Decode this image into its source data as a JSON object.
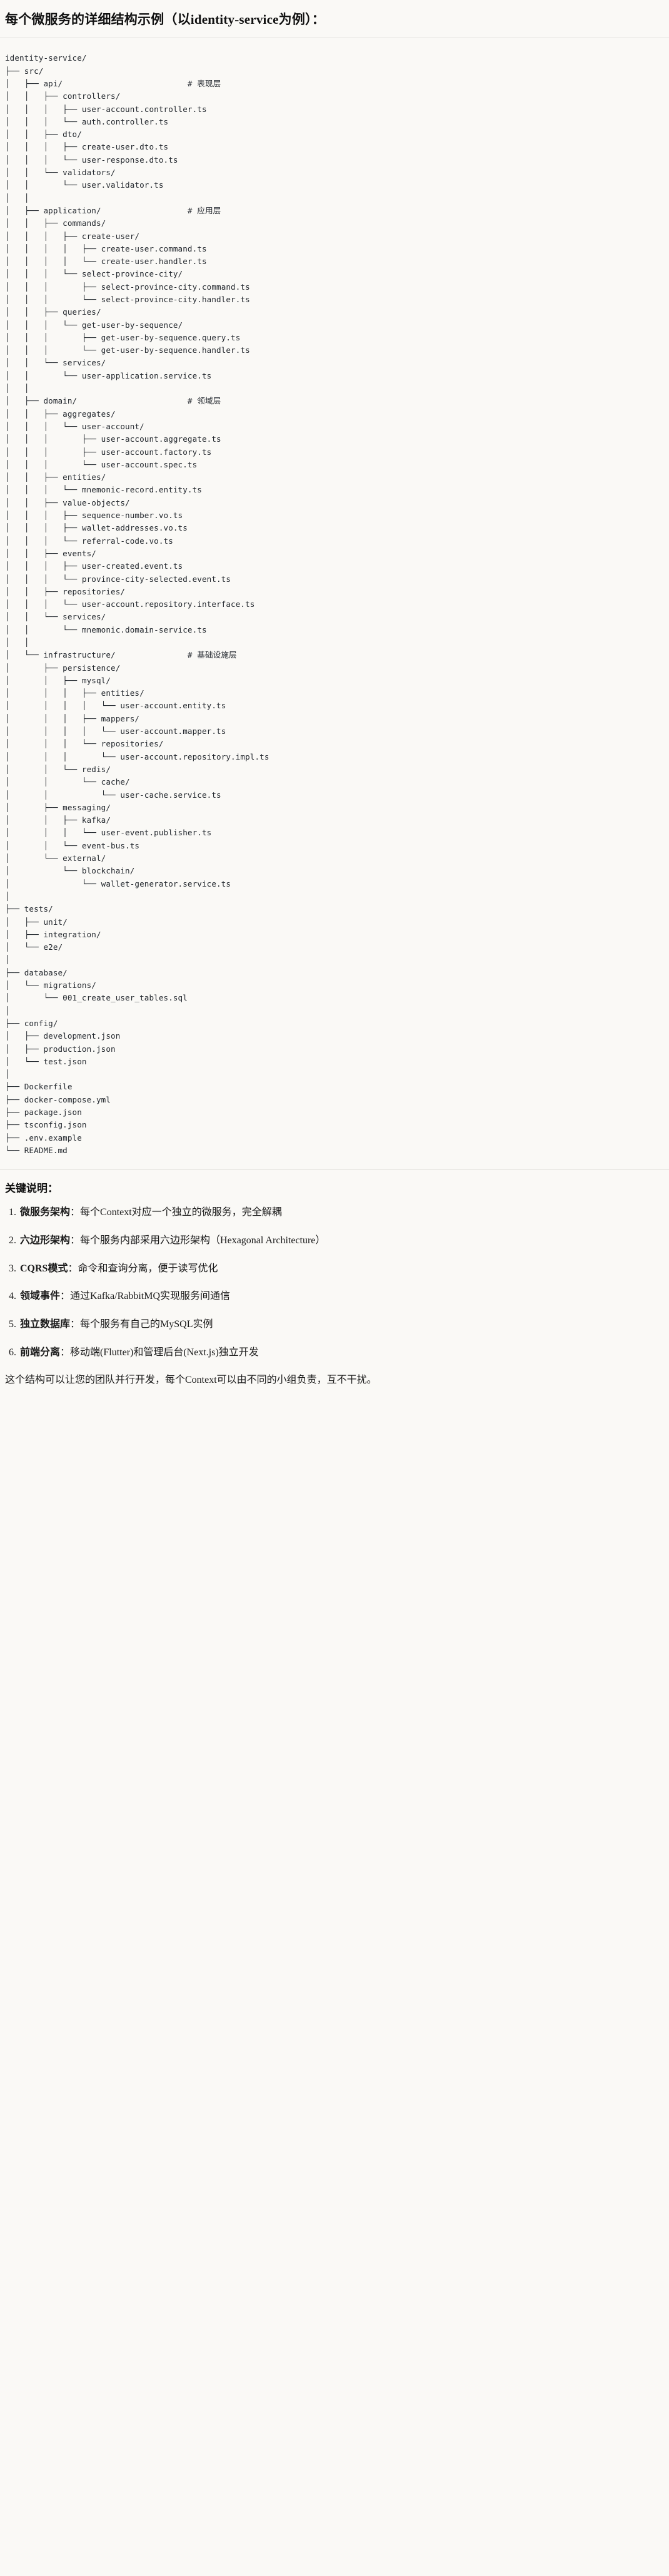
{
  "title": "每个微服务的详细结构示例（以identity-service为例）：",
  "tree": {
    "root": "identity-service/",
    "lines": [
      "identity-service/",
      "├── src/",
      "│   ├── api/                          # 表现层",
      "│   │   ├── controllers/",
      "│   │   │   ├── user-account.controller.ts",
      "│   │   │   └── auth.controller.ts",
      "│   │   ├── dto/",
      "│   │   │   ├── create-user.dto.ts",
      "│   │   │   └── user-response.dto.ts",
      "│   │   └── validators/",
      "│   │       └── user.validator.ts",
      "│   │",
      "│   ├── application/                  # 应用层",
      "│   │   ├── commands/",
      "│   │   │   ├── create-user/",
      "│   │   │   │   ├── create-user.command.ts",
      "│   │   │   │   └── create-user.handler.ts",
      "│   │   │   └── select-province-city/",
      "│   │   │       ├── select-province-city.command.ts",
      "│   │   │       └── select-province-city.handler.ts",
      "│   │   ├── queries/",
      "│   │   │   └── get-user-by-sequence/",
      "│   │   │       ├── get-user-by-sequence.query.ts",
      "│   │   │       └── get-user-by-sequence.handler.ts",
      "│   │   └── services/",
      "│   │       └── user-application.service.ts",
      "│   │",
      "│   ├── domain/                       # 领域层",
      "│   │   ├── aggregates/",
      "│   │   │   └── user-account/",
      "│   │   │       ├── user-account.aggregate.ts",
      "│   │   │       ├── user-account.factory.ts",
      "│   │   │       └── user-account.spec.ts",
      "│   │   ├── entities/",
      "│   │   │   └── mnemonic-record.entity.ts",
      "│   │   ├── value-objects/",
      "│   │   │   ├── sequence-number.vo.ts",
      "│   │   │   ├── wallet-addresses.vo.ts",
      "│   │   │   └── referral-code.vo.ts",
      "│   │   ├── events/",
      "│   │   │   ├── user-created.event.ts",
      "│   │   │   └── province-city-selected.event.ts",
      "│   │   ├── repositories/",
      "│   │   │   └── user-account.repository.interface.ts",
      "│   │   └── services/",
      "│   │       └── mnemonic.domain-service.ts",
      "│   │",
      "│   └── infrastructure/               # 基础设施层",
      "│       ├── persistence/",
      "│       │   ├── mysql/",
      "│       │   │   ├── entities/",
      "│       │   │   │   └── user-account.entity.ts",
      "│       │   │   ├── mappers/",
      "│       │   │   │   └── user-account.mapper.ts",
      "│       │   │   └── repositories/",
      "│       │   │       └── user-account.repository.impl.ts",
      "│       │   └── redis/",
      "│       │       └── cache/",
      "│       │           └── user-cache.service.ts",
      "│       ├── messaging/",
      "│       │   ├── kafka/",
      "│       │   │   └── user-event.publisher.ts",
      "│       │   └── event-bus.ts",
      "│       └── external/",
      "│           └── blockchain/",
      "│               └── wallet-generator.service.ts",
      "│",
      "├── tests/",
      "│   ├── unit/",
      "│   ├── integration/",
      "│   └── e2e/",
      "│",
      "├── database/",
      "│   └── migrations/",
      "│       └── 001_create_user_tables.sql",
      "│",
      "├── config/",
      "│   ├── development.json",
      "│   ├── production.json",
      "│   └── test.json",
      "│",
      "├── Dockerfile",
      "├── docker-compose.yml",
      "├── package.json",
      "├── tsconfig.json",
      "├── .env.example",
      "└── README.md"
    ],
    "comments": [
      {
        "label": "# 表现层",
        "for": "api/"
      },
      {
        "label": "# 应用层",
        "for": "application/"
      },
      {
        "label": "# 领域层",
        "for": "domain/"
      },
      {
        "label": "# 基础设施层",
        "for": "infrastructure/"
      }
    ]
  },
  "notes": {
    "heading": "关键说明：",
    "items": [
      {
        "num": "1.",
        "term": "微服务架构",
        "sep": "：",
        "desc": "每个Context对应一个独立的微服务，完全解耦"
      },
      {
        "num": "2.",
        "term": "六边形架构",
        "sep": "：",
        "desc": "每个服务内部采用六边形架构（Hexagonal Architecture）"
      },
      {
        "num": "3.",
        "term": "CQRS模式",
        "sep": "：",
        "desc": "命令和查询分离，便于读写优化"
      },
      {
        "num": "4.",
        "term": "领域事件",
        "sep": "：",
        "desc": "通过Kafka/RabbitMQ实现服务间通信"
      },
      {
        "num": "5.",
        "term": "独立数据库",
        "sep": "：",
        "desc": "每个服务有自己的MySQL实例"
      },
      {
        "num": "6.",
        "term": "前端分离",
        "sep": "：",
        "desc": "移动端(Flutter)和管理后台(Next.js)独立开发"
      }
    ],
    "closing": "这个结构可以让您的团队并行开发，每个Context可以由不同的小组负责，互不干扰。"
  },
  "colors": {
    "page_background": "#faf9f6",
    "text": "#1a1a1a",
    "code_text": "#24292f",
    "divider": "#e3e2de"
  }
}
